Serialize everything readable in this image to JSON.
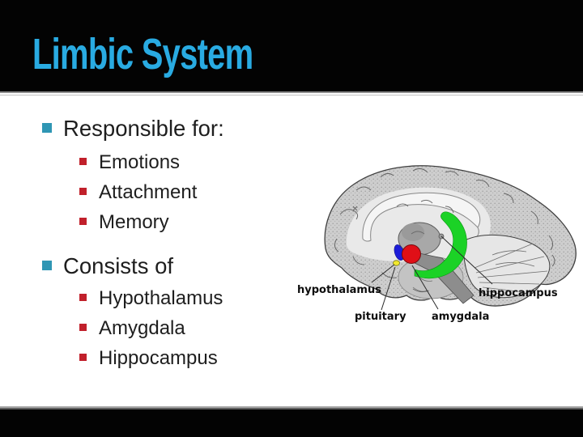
{
  "slide": {
    "title": "Limbic System"
  },
  "theme": {
    "title_color": "#29abe2",
    "band_color": "#030303",
    "level1_bullet_color": "#2f96b4",
    "level2_bullet_color": "#c1202b",
    "body_text_color": "#1e1e1e"
  },
  "bullets": [
    {
      "label": "Responsible for:",
      "children": [
        "Emotions",
        "Attachment",
        "Memory"
      ]
    },
    {
      "label": "Consists of",
      "children": [
        "Hypothalamus",
        "Amygdala",
        "Hippocampus"
      ]
    }
  ],
  "diagram": {
    "labels": {
      "hypothalamus": "hypothalamus",
      "pituitary": "pituitary",
      "amygdala": "amygdala",
      "hippocampus": "hippocampus"
    },
    "highlight_colors": {
      "hippocampus": "#1bd226",
      "amygdala": "#e00f17",
      "hypothalamus": "#1c1cd8",
      "pituitary": "#f1e82e"
    }
  }
}
